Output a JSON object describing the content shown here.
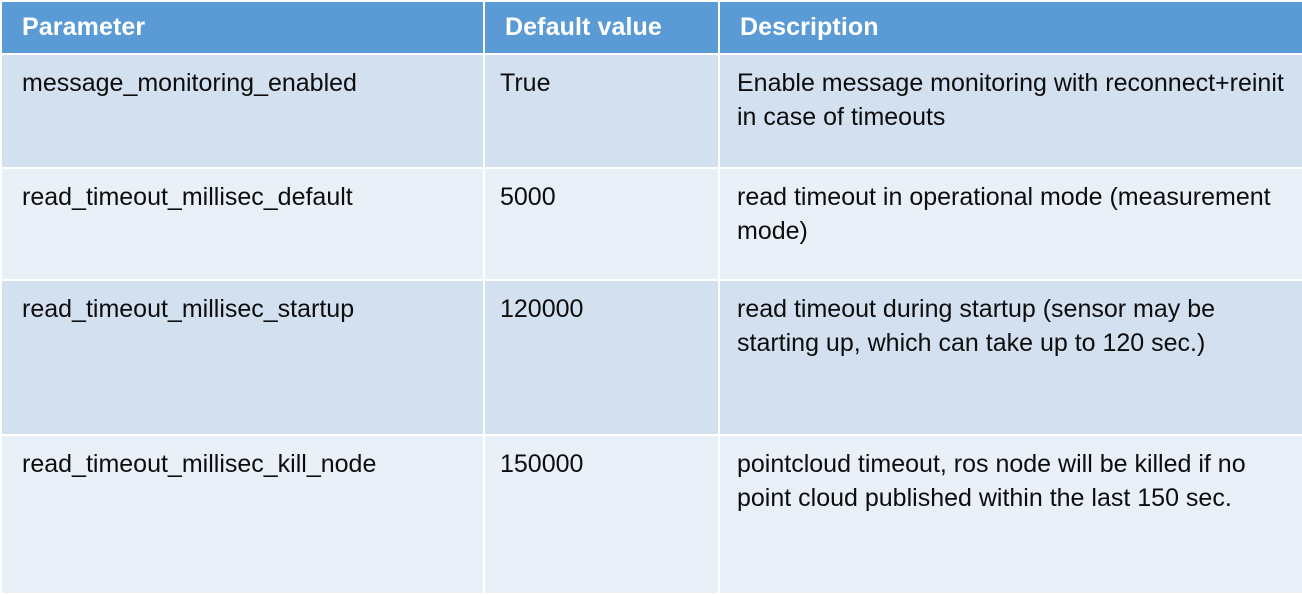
{
  "table": {
    "columns": [
      {
        "key": "parameter",
        "label": "Parameter"
      },
      {
        "key": "default_value",
        "label": "Default value"
      },
      {
        "key": "description",
        "label": "Description"
      }
    ],
    "colors": {
      "header_background": "#5b9bd5",
      "header_text": "#ffffff",
      "row_shade_dark": "#d3e0f0",
      "row_shade_light": "#eaf0f8",
      "body_text": "#0d0d0d",
      "gutter": "#ffffff"
    },
    "rows": [
      {
        "parameter": "message_monitoring_enabled",
        "default_value": "True",
        "description": "Enable message monitoring with reconnect+reinit in case of timeouts"
      },
      {
        "parameter": "read_timeout_millisec_default",
        "default_value": "5000",
        "description": "read timeout in operational mode (measurement mode)"
      },
      {
        "parameter": "read_timeout_millisec_startup",
        "default_value": "120000",
        "description": "read timeout during startup (sensor may be starting up, which can take up to 120 sec.)"
      },
      {
        "parameter": "read_timeout_millisec_kill_node",
        "default_value": "150000",
        "description": "pointcloud timeout, ros node will be killed if no point cloud published within the last 150 sec."
      }
    ]
  }
}
